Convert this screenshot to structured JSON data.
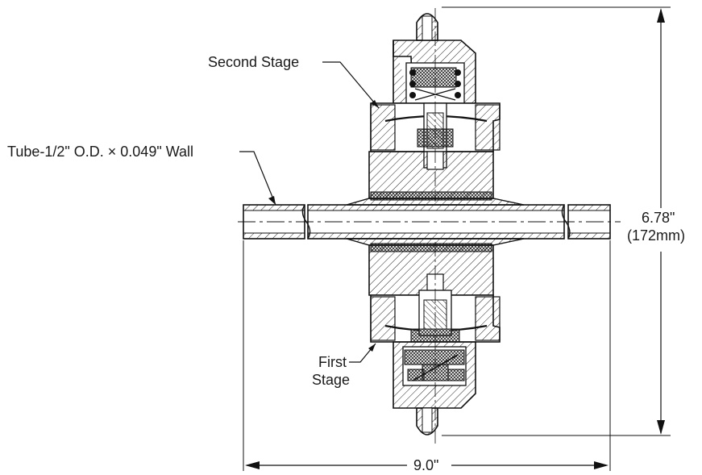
{
  "labels": {
    "second_stage": "Second Stage",
    "tube_spec": "Tube-1/2\" O.D. × 0.049\" Wall",
    "first_stage_line1": "First",
    "first_stage_line2": "Stage"
  },
  "dimensions": {
    "height_in": "6.78\"",
    "height_mm": "(172mm)",
    "width": "9.0\""
  }
}
